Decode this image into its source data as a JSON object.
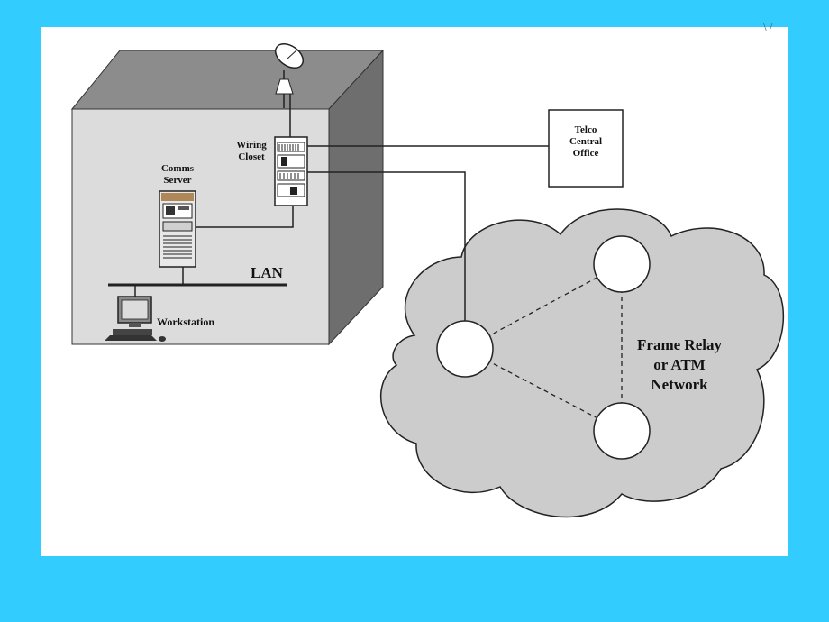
{
  "colors": {
    "background": "#33ccff",
    "canvas": "#ffffff",
    "building_front": "#dcdcdc",
    "building_top": "#8c8c8c",
    "building_side": "#6e6e6e",
    "cloud": "#cccccc"
  },
  "labels": {
    "wiring_closet": "Wiring\nCloset",
    "comms_server": "Comms\nServer",
    "lan": "LAN",
    "workstation": "Workstation",
    "telco": "Telco\nCentral\nOffice",
    "network": "Frame Relay\nor ATM\nNetwork",
    "corner_mark": "\\ /"
  },
  "icons": [
    "satellite-dish-icon",
    "server-icon",
    "wiring-rack-icon",
    "workstation-icon"
  ]
}
